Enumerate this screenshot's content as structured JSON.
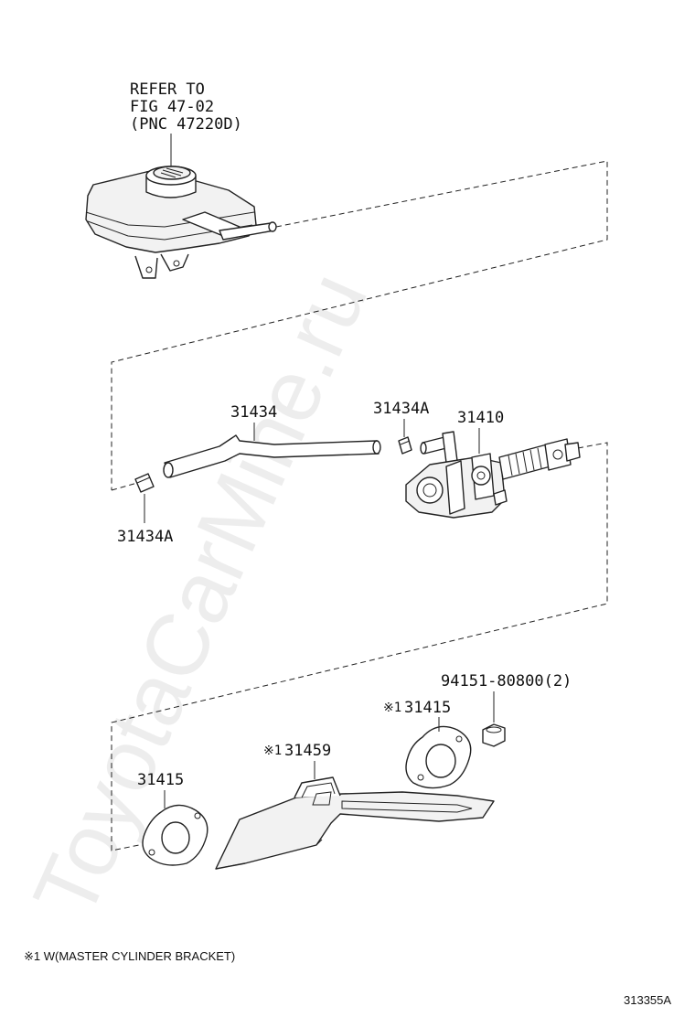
{
  "reference": {
    "line1": "REFER TO",
    "line2": "FIG 47-02",
    "line3": "(PNC 47220D)"
  },
  "parts": {
    "hose": "31434",
    "clip_upper": "31434A",
    "clip_lower": "31434A",
    "master_cylinder": "31410",
    "nut": "94151-80800(2)",
    "gasket_right": "31415",
    "gasket_right_mark": "※1",
    "bracket": "31459",
    "bracket_mark": "※1",
    "gasket_left": "31415"
  },
  "footnote": "※1 W(MASTER CYLINDER BRACKET)",
  "figure_code": "313355A",
  "watermark": "ToyotaCarMine.ru"
}
